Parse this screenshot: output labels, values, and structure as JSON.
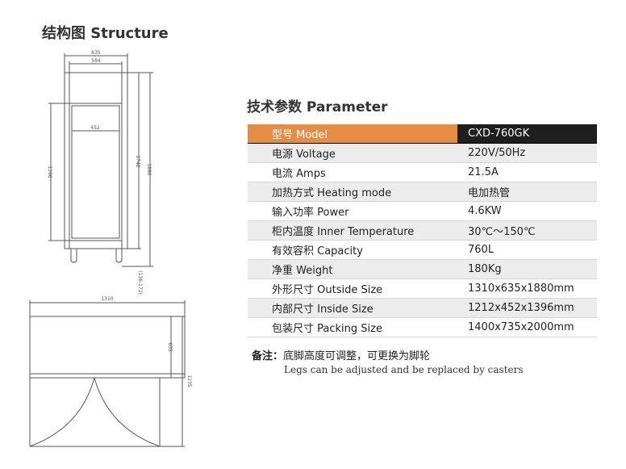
{
  "structure_heading": "结构图 Structure",
  "parameter_heading": "技术参数 Parameter",
  "drawing": {
    "dims": {
      "front_outer_width": "635",
      "front_inner_width": "584",
      "inner_width": "452",
      "inner_height": "1396",
      "outer_height_a": "1740",
      "outer_height_b": "1880",
      "leg_height": "(136-172)",
      "top_width": "1310",
      "top_depth": "635",
      "total_depth": "1235"
    }
  },
  "parameters": {
    "header": {
      "label": "型号 Model",
      "value": "CXD-760GK"
    },
    "rows": [
      {
        "label": "电源 Voltage",
        "value": "220V/50Hz"
      },
      {
        "label": "电流 Amps",
        "value": "21.5A"
      },
      {
        "label": "加热方式 Heating mode",
        "value": "电加热管"
      },
      {
        "label": "输入功率 Power",
        "value": "4.6KW"
      },
      {
        "label": "柜内温度 Inner Temperature",
        "value": "30℃～150℃"
      },
      {
        "label": "有效容积 Capacity",
        "value": "760L"
      },
      {
        "label": "净重 Weight",
        "value": "180Kg"
      },
      {
        "label": "外形尺寸 Outside Size",
        "value": "1310x635x1880mm"
      },
      {
        "label": "内部尺寸 Inside Size",
        "value": "1212x452x1396mm"
      },
      {
        "label": "包装尺寸 Packing Size",
        "value": "1400x735x2000mm"
      }
    ]
  },
  "note": {
    "label": "备注：",
    "text_cn": "底脚高度可调整，可更换为脚轮",
    "text_en": "Legs can be adjusted and be replaced by casters"
  },
  "colors": {
    "header_accent": "#e58d45",
    "header_dark": "#1e1e1e",
    "row_alt": "#ececec"
  }
}
